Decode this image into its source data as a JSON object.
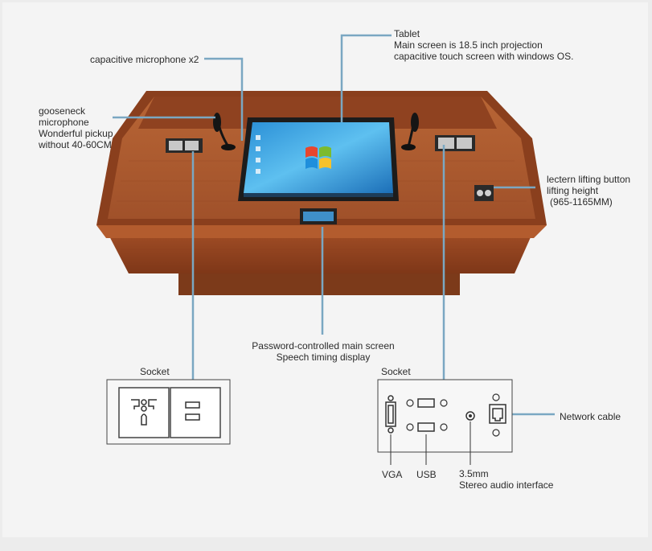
{
  "callouts": {
    "tablet": {
      "lines": [
        "Tablet",
        "Main screen is 18.5 inch projection",
        "capacitive touch screen with windows OS."
      ]
    },
    "capacitive_mic": {
      "text": "capacitive microphone x2"
    },
    "gooseneck": {
      "lines": [
        "gooseneck",
        "microphone",
        "Wonderful pickup",
        "without 40-60CM"
      ]
    },
    "lifting_button": {
      "lines": [
        "lectern lifting button",
        "lifting height",
        "(965-1165MM)"
      ]
    },
    "password_screen": {
      "lines": [
        "Password-controlled main screen",
        "Speech timing display"
      ]
    },
    "network_cable": {
      "text": "Network cable"
    }
  },
  "socket_left": {
    "title": "Socket"
  },
  "socket_right": {
    "title": "Socket",
    "vga": "VGA",
    "usb": "USB",
    "audio": [
      "3.5mm",
      "Stereo audio interface"
    ]
  },
  "colors": {
    "leader_line": "#7aa7c2",
    "wood": "#9a4a25",
    "wood_dark": "#6e2e14",
    "panel_border": "#444444"
  }
}
